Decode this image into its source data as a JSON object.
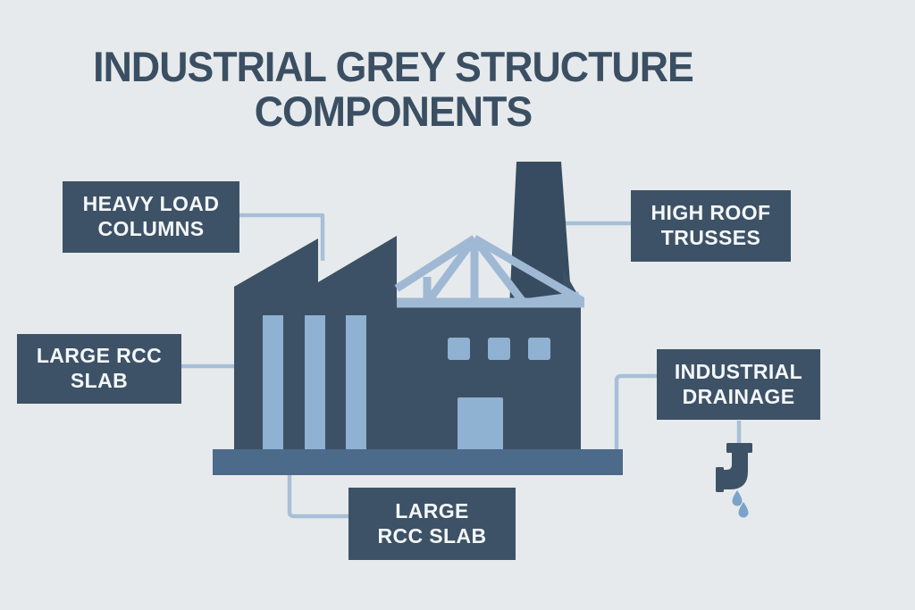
{
  "title": {
    "line1": "INDUSTRIAL GREY STRUCTURE",
    "line2": "COMPONENTS"
  },
  "labels": [
    {
      "id": "heavy-load-columns",
      "line1": "HEAVY LOAD",
      "line2": "COLUMNS"
    },
    {
      "id": "high-roof-trusses",
      "line1": "HIGH ROOF",
      "line2": "TRUSSES"
    },
    {
      "id": "large-rcc-slab-left",
      "line1": "LARGE RCC",
      "line2": "SLAB"
    },
    {
      "id": "industrial-drainage",
      "line1": "INDUSTRIAL",
      "line2": "DRAINAGE"
    },
    {
      "id": "large-rcc-slab-bottom",
      "line1": "LARGE",
      "line2": "RCC SLAB"
    }
  ],
  "icons": {
    "factory": "factory-building-icon",
    "chimney": "chimney-icon",
    "truss": "roof-truss-icon",
    "columns": "columns-icon",
    "slab": "slab-base-icon",
    "drain": "drain-pipe-icon",
    "drops": "water-drops-icon"
  },
  "colors": {
    "background": "#e7eaec",
    "label_box": "#3d5266",
    "label_text": "#f4f7f9",
    "title_text": "#3b4f63",
    "building_dark": "#3c5165",
    "chimney_dark": "#374c60",
    "slab": "#4c6a89",
    "light_blue_fill": "#8fb1d2",
    "truss_blue": "#9fb9d5",
    "connector_line": "#a8bfd8",
    "water_drop": "#7ca2c9"
  }
}
